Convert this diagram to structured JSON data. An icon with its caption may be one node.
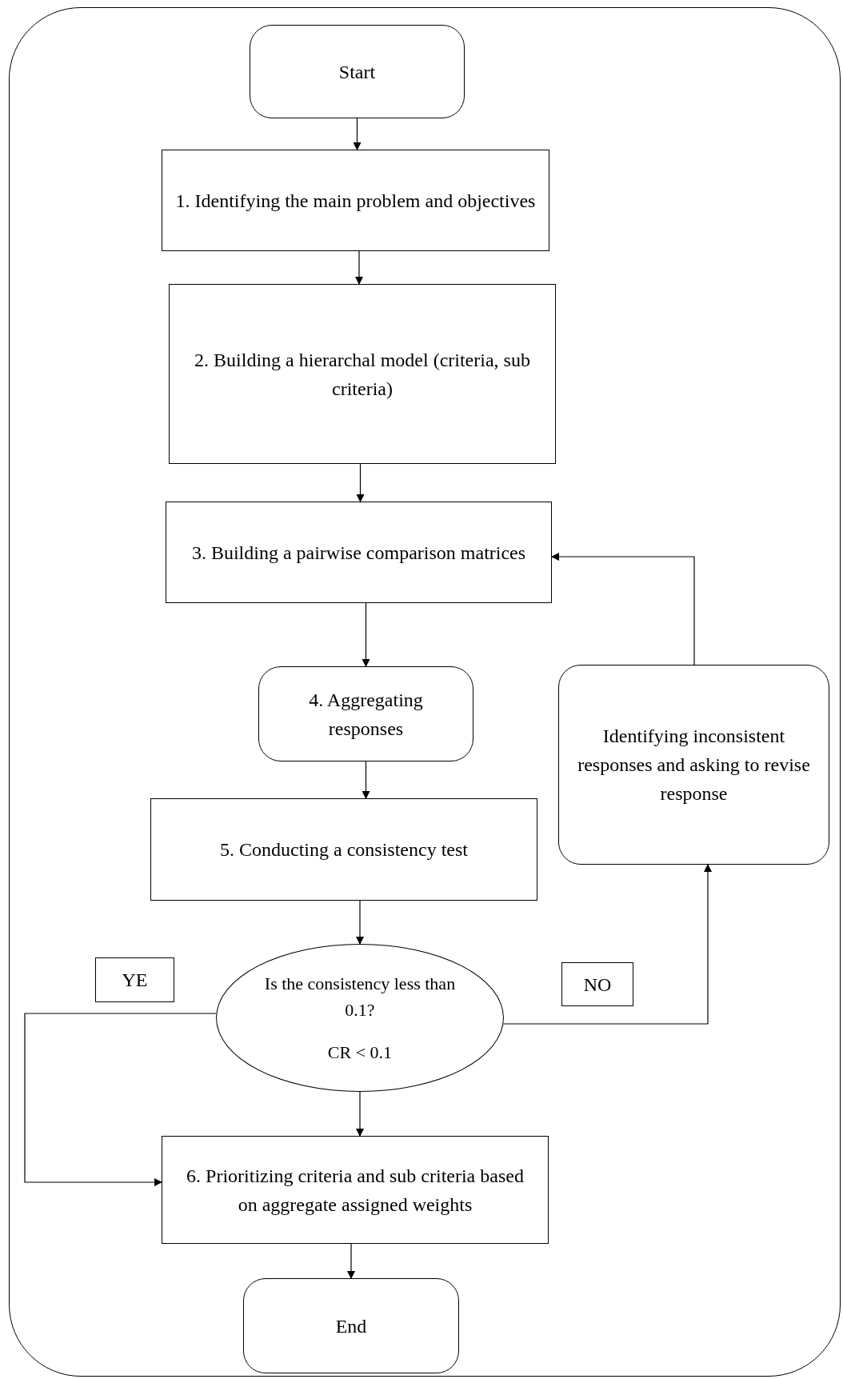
{
  "diagram": {
    "nodes": [
      {
        "text": [
          "Start"
        ]
      },
      {
        "text": [
          "1. Identifying the main problem and objectives"
        ]
      },
      {
        "text": [
          "2. Building a hierarchal model (criteria, sub criteria)"
        ]
      },
      {
        "text": [
          "3. Building a pairwise comparison matrices"
        ]
      },
      {
        "text": [
          "4. Aggregating responses"
        ]
      },
      {
        "text": [
          "5. Conducting a consistency test"
        ]
      },
      {
        "text": [
          "Is the consistency less than 0.1?",
          "CR < 0.1"
        ]
      },
      {
        "text": [
          "6. Prioritizing criteria and sub criteria based on aggregate assigned weights"
        ]
      },
      {
        "text": [
          "End"
        ]
      },
      {
        "text": [
          "Identifying inconsistent responses and asking to revise response"
        ]
      },
      {
        "text": [
          "YE"
        ]
      },
      {
        "text": [
          "NO"
        ]
      }
    ],
    "edges": [
      {
        "from": 0,
        "to": 1,
        "arrow": "to"
      },
      {
        "from": 1,
        "to": 2,
        "arrow": "to"
      },
      {
        "from": 2,
        "to": 3,
        "arrow": "to"
      },
      {
        "from": 3,
        "to": 4,
        "arrow": "to"
      },
      {
        "from": 4,
        "to": 5,
        "arrow": "to"
      },
      {
        "from": 5,
        "to": 6,
        "arrow": "to"
      },
      {
        "from": 6,
        "to": 7,
        "arrow": "to"
      },
      {
        "from": 7,
        "to": 8,
        "arrow": "to"
      },
      {
        "from": 6,
        "to": 7,
        "arrow": "to"
      },
      {
        "from": 6,
        "to": 9,
        "arrow": "to"
      },
      {
        "from": 9,
        "to": 3,
        "arrow": "to"
      }
    ]
  }
}
